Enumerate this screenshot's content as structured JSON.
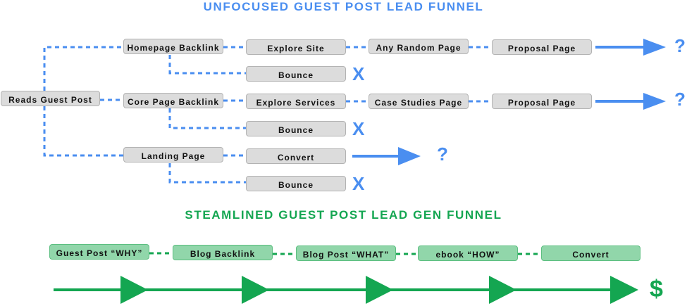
{
  "colors": {
    "unfocused_accent": "#4a8ef0",
    "streamlined_accent": "#14a651",
    "gray_box_fill": "#dcdcdc",
    "green_box_fill": "#91d6aa"
  },
  "unfocused_funnel": {
    "title": "UNFOCUSED GUEST POST LEAD FUNNEL",
    "start_node": "Reads Guest Post",
    "branches": [
      {
        "entry": "Homepage Backlink",
        "path": [
          "Explore Site",
          "Any Random Page",
          "Proposal Page"
        ],
        "outcome": "?",
        "exit": "Bounce",
        "exit_mark": "X"
      },
      {
        "entry": "Core Page Backlink",
        "path": [
          "Explore Services",
          "Case Studies Page",
          "Proposal Page"
        ],
        "outcome": "?",
        "exit": "Bounce",
        "exit_mark": "X"
      },
      {
        "entry": "Landing Page",
        "path": [
          "Convert"
        ],
        "outcome": "?",
        "exit": "Bounce",
        "exit_mark": "X"
      }
    ]
  },
  "streamlined_funnel": {
    "title": "STEAMLINED GUEST POST LEAD GEN FUNNEL",
    "steps": [
      "Guest Post “WHY”",
      "Blog Backlink",
      "Blog Post “WHAT”",
      "ebook “HOW”",
      "Convert"
    ],
    "outcome": "$"
  }
}
